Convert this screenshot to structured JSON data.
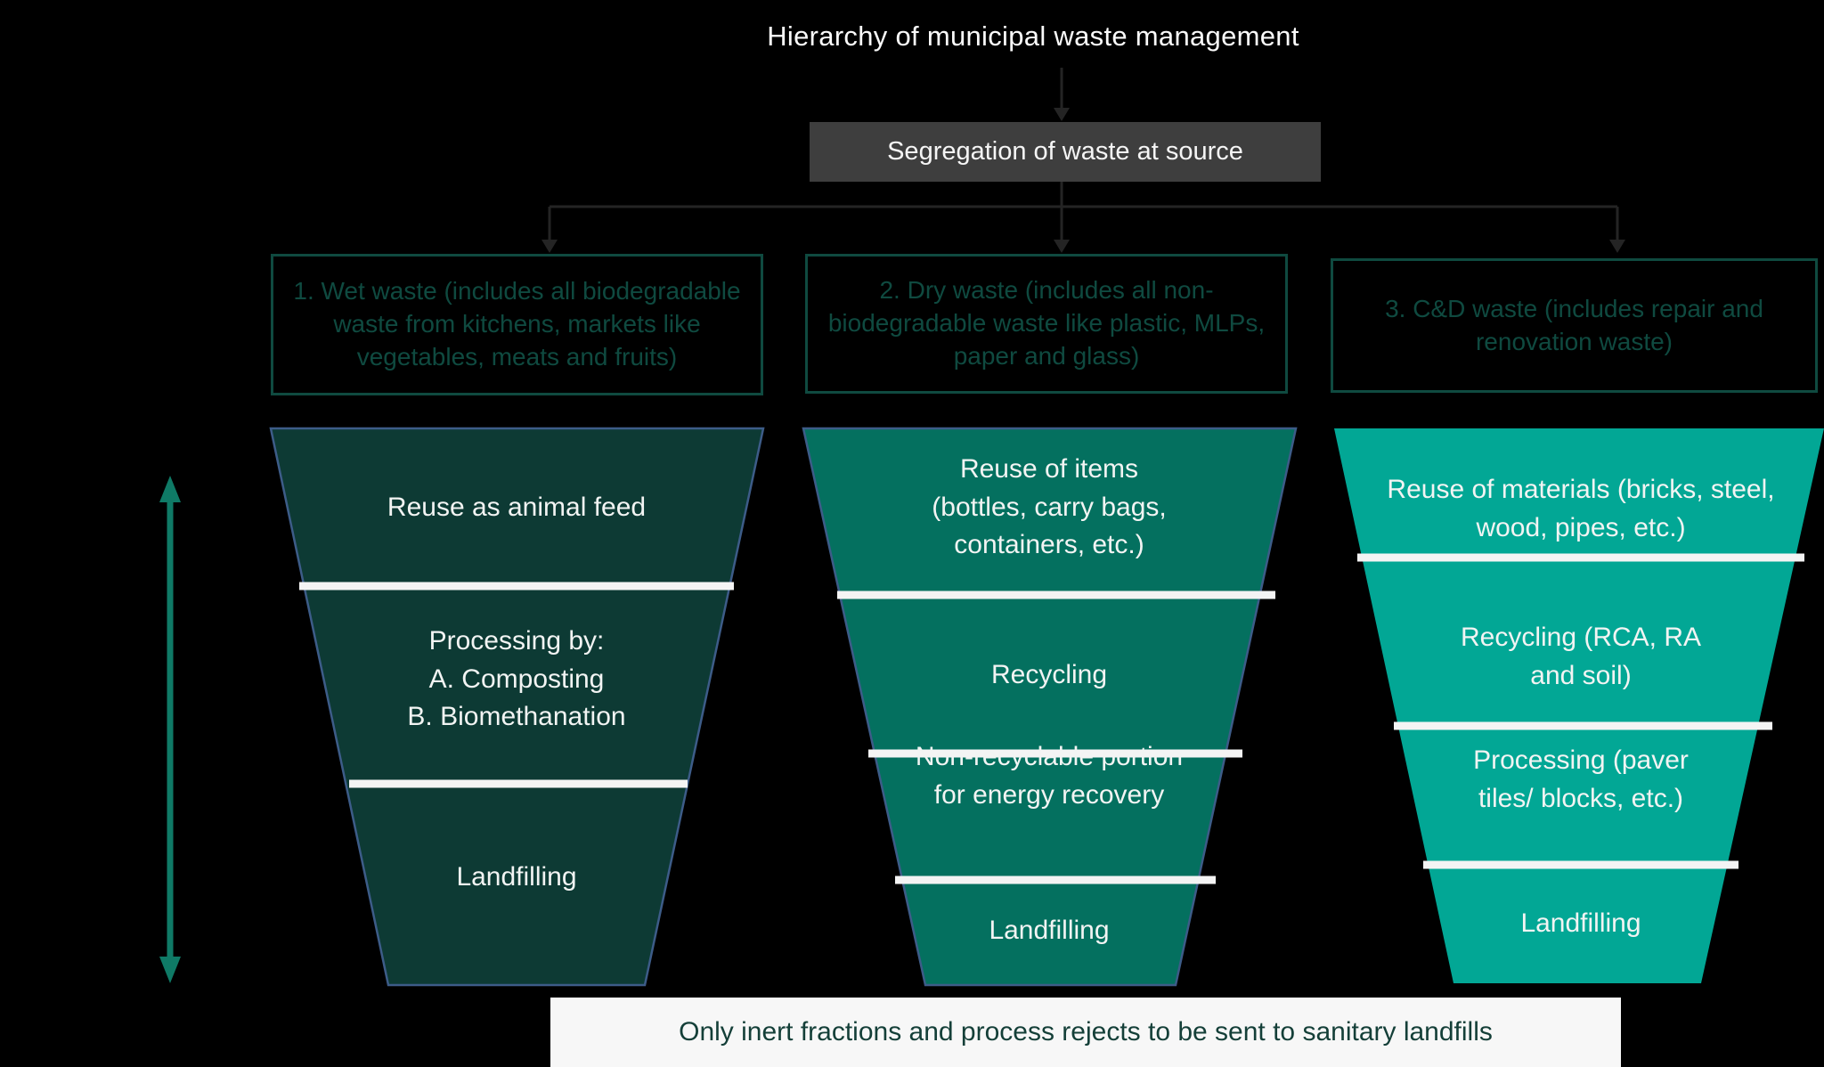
{
  "title": "Hierarchy of municipal waste management",
  "segregation_box": {
    "label": "Segregation of waste at source"
  },
  "category_boxes": [
    {
      "label": "1. Wet waste (includes all biodegradable waste from kitchens, markets like vegetables, meats and fruits)"
    },
    {
      "label": "2. Dry waste (includes all non-biodegradable waste like plastic, MLPs, paper and glass)"
    },
    {
      "label": "3. C&D waste (includes repair and renovation waste)"
    }
  ],
  "funnels": [
    {
      "name": "wet-waste-funnel",
      "fill_color": "#0d3a34",
      "sections": [
        {
          "label": "Reuse as animal feed"
        },
        {
          "label": "Processing by:\nA. Composting\nB. Biomethanation"
        },
        {
          "label": "Landfilling"
        }
      ]
    },
    {
      "name": "dry-waste-funnel",
      "fill_color": "#04705f",
      "sections": [
        {
          "label": "Reuse of items\n(bottles, carry bags,\ncontainers, etc.)"
        },
        {
          "label": "Recycling"
        },
        {
          "label": "Non-recyclable portion\nfor energy recovery"
        },
        {
          "label": "Landfilling"
        }
      ]
    },
    {
      "name": "cd-waste-funnel",
      "fill_color": "#02a795",
      "sections": [
        {
          "label": "Reuse of materials (bricks, steel,\nwood, pipes, etc.)"
        },
        {
          "label": "Recycling (RCA, RA\nand soil)"
        },
        {
          "label": "Processing (paver\ntiles/ blocks, etc.)"
        },
        {
          "label": "Landfilling"
        }
      ]
    }
  ],
  "footer_note": "Only inert fractions and process rejects to be sent to sanitary landfills",
  "colors": {
    "background": "#000000",
    "title_text": "#fafafa",
    "segregation_box_fill": "#3e3e3e",
    "connector_lines": "#242424",
    "category_box_teal": "#0f4a40",
    "funnel_border_blue": "#3d5c88",
    "divider_white": "#f4f4f4",
    "priority_arrow_teal": "#0f7a66",
    "footer_background": "#f7f7f7",
    "footer_text": "#143f38"
  }
}
